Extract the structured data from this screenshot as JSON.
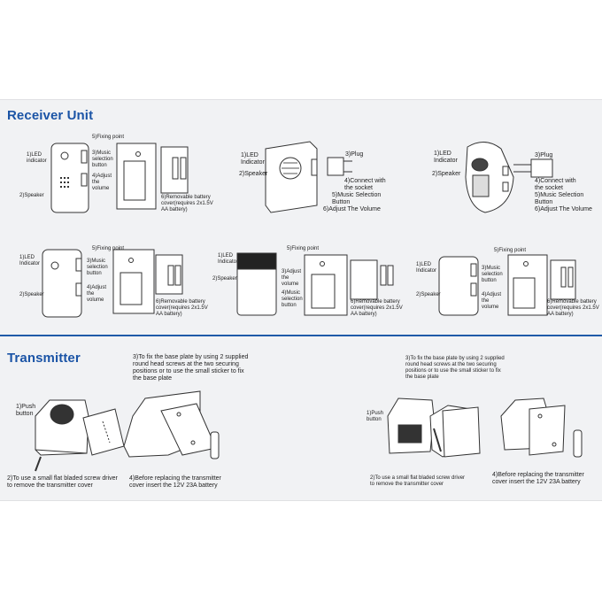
{
  "receiver": {
    "heading": "Receiver Unit",
    "units": [
      {
        "led": "1)LED\nindicator",
        "speaker": "2)Speaker",
        "music": "3)Music\nselection\nbutton",
        "volume": "4)Adjust\nthe\nvolume",
        "fixing": "5)Fixing point",
        "battery": "6)Removable battery\ncover(requires 2x1.5V\nAA battery)"
      },
      {
        "led": "1)LED\nIndicator",
        "speaker": "2)Speaker",
        "plug": "3)Plug",
        "socket": "4)Connect with\nthe socket",
        "music": "5)Music Selection\nButton",
        "volume": "6)Adjust The Volume"
      },
      {
        "led": "1)LED\nIndicator",
        "speaker": "2)Speaker",
        "plug": "3)Plug",
        "socket": "4)Connect with\nthe socket",
        "music": "5)Music Selection\nButton",
        "volume": "6)Adjust The Volume"
      },
      {
        "led": "1)LED\nIndicator",
        "speaker": "2)Speaker",
        "music": "3)Music\nselection\nbutton",
        "volume": "4)Adjust\nthe\nvolume",
        "fixing": "5)Fixing point",
        "battery": "6)Removable battery\ncover(requires 2x1.5V\nAA battery)"
      },
      {
        "led": "1)LED\nIndicator",
        "speaker": "2)Speaker",
        "music": "4)Music\nselection\nbutton",
        "volume": "3)Adjust\nthe\nvolume",
        "fixing": "5)Fixing point",
        "battery": "6)Removable battery\ncover(requires 2x1.5V\nAA battery)"
      },
      {
        "led": "1)LED\nIndicator",
        "speaker": "2)Speaker",
        "music": "3)Music\nselection\nbutton",
        "volume": "4)Adjust\nthe\nvolume",
        "fixing": "5)Fixing point",
        "battery": "6)Removable battery\ncover(requires 2x1.5V\nAA battery)"
      }
    ]
  },
  "transmitter": {
    "heading": "Transmitter",
    "units": [
      {
        "push": "1)Push\nbutton",
        "screwdriver": "2)To use a small flat bladed screw driver\nto remove the transmitter cover",
        "base_plate": "3)To fix the base plate by using 2 supplied\nround head screws at the two securing\npositions or to use the small sticker to fix\nthe base plate",
        "battery": "4)Before replacing the transmitter\ncover insert the 12V 23A battery"
      },
      {
        "push": "1)Push\nbutton",
        "screwdriver": "2)To use a small flat bladed screw driver\nto remove the transmitter cover",
        "base_plate": "3)To fix the base plate by using 2 supplied\nround head screws at the two securing\npositions or to use the small sticker to fix\nthe base plate",
        "battery": "4)Before replacing the transmitter\ncover insert the 12V 23A battery"
      }
    ]
  },
  "colors": {
    "heading": "#1b54a6",
    "rule": "#1f5aa8",
    "card": "#f1f2f4"
  }
}
